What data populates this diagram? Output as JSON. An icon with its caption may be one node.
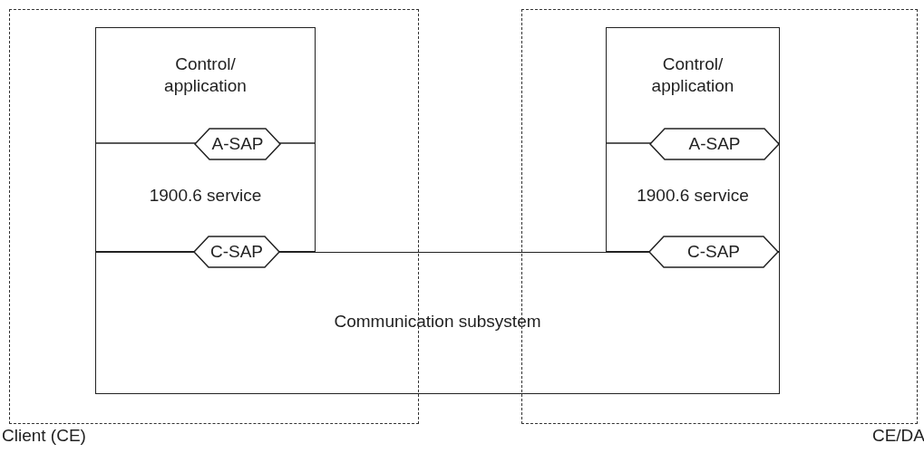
{
  "diagram": {
    "nodes": [
      {
        "text": [
          "Client (CE)"
        ]
      },
      {
        "text": [
          "Control/ application",
          "1900.6 service"
        ],
        "in": 0
      },
      {
        "text": [
          "A-SAP"
        ],
        "in": 1
      },
      {
        "text": [
          "C-SAP"
        ],
        "in": 0
      },
      {
        "text": [
          "CE/DA"
        ]
      },
      {
        "text": [
          "Control/ application",
          "1900.6 service"
        ],
        "in": 4
      },
      {
        "text": [
          "A-SAP"
        ],
        "in": 5
      },
      {
        "text": [
          "C-SAP"
        ],
        "in": 4
      },
      {
        "text": [
          "Communication subsystem"
        ]
      }
    ]
  }
}
